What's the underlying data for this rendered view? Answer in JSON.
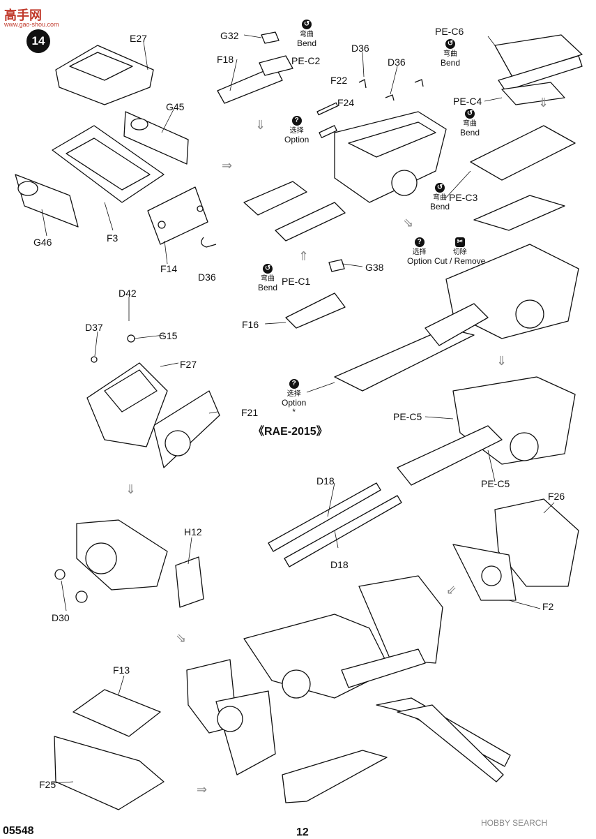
{
  "brand": {
    "name": "高手网",
    "url": "www.gao-shou.com"
  },
  "step": "14",
  "model_code": "05548",
  "page_number": "12",
  "watermark": "HOBBY SEARCH",
  "rae": "《RAE-2015》",
  "notes": {
    "bend_cn": "弯曲",
    "bend_en": "Bend",
    "option_cn": "选择",
    "option_en": "Option",
    "cut_cn": "切除",
    "cut_en": "Cut / Remove",
    "option_asterisk": "*"
  },
  "parts": {
    "E27": "E27",
    "G45": "G45",
    "G46": "G46",
    "F3": "F3",
    "F14": "F14",
    "D36a": "D36",
    "G32": "G32",
    "F18": "F18",
    "PE_C2": "PE-C2",
    "D36b": "D36",
    "D36c": "D36",
    "F22": "F22",
    "F24": "F24",
    "PE_C6": "PE-C6",
    "PE_C4": "PE-C4",
    "PE_C3": "PE-C3",
    "G38": "G38",
    "PE_C1": "PE-C1",
    "F16": "F16",
    "D42": "D42",
    "D37": "D37",
    "G15": "G15",
    "F27": "F27",
    "F21": "F21",
    "PE_C5a": "PE-C5",
    "PE_C5b": "PE-C5",
    "D18a": "D18",
    "D18b": "D18",
    "H12": "H12",
    "D30": "D30",
    "F26": "F26",
    "F2": "F2",
    "F13": "F13",
    "F25": "F25"
  }
}
